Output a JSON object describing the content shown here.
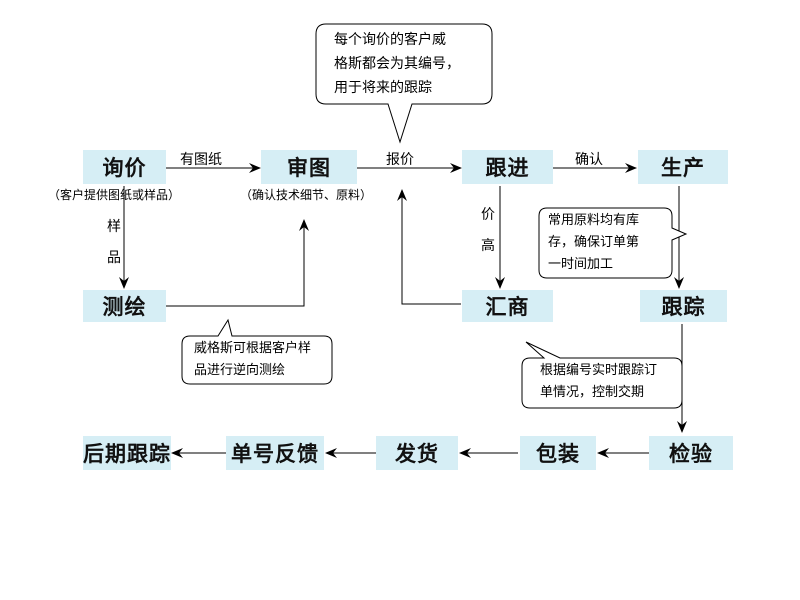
{
  "nodes": {
    "inquiry": "询价",
    "review": "审图",
    "follow": "跟进",
    "produce": "生产",
    "survey": "测绘",
    "summary": "汇商",
    "track": "跟踪",
    "inspect": "检验",
    "pack": "包装",
    "ship": "发货",
    "feedback": "单号反馈",
    "later": "后期跟踪"
  },
  "subtitles": {
    "inquiry": "（客户提供图纸或样品）",
    "review": "（确认技术细节、原料）"
  },
  "edges": {
    "has_drawing": "有图纸",
    "quote": "报价",
    "confirm": "确认",
    "sample": [
      "样",
      "品"
    ],
    "high_price": [
      "价",
      "高"
    ]
  },
  "notes": {
    "top": [
      "每个询价的客户威",
      "格斯都会为其编号，",
      "用于将来的跟踪"
    ],
    "stock": [
      "常用原料均有库",
      "存，确保订单第",
      "一时间加工"
    ],
    "survey": [
      "威格斯可根据客户样",
      "品进行逆向测绘"
    ],
    "track": [
      "根据编号实时跟踪订",
      "单情况，控制交期"
    ]
  },
  "colors": {
    "node_fill": "#d6eef5",
    "line": "#000000"
  }
}
